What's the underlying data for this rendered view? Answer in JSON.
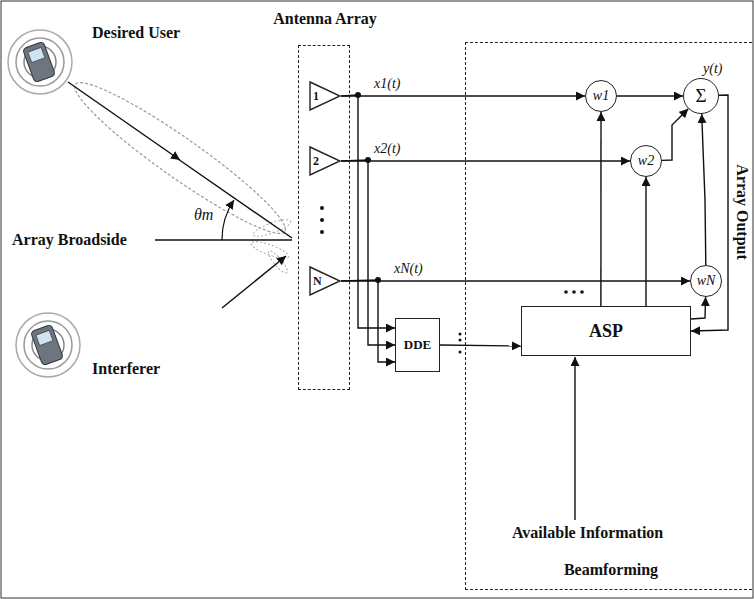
{
  "diagram": {
    "nodes": [
      {
        "text": [
          "Antenna Array"
        ]
      },
      {
        "text": [
          "1"
        ],
        "in": 0
      },
      {
        "text": [
          "2"
        ],
        "in": 0
      },
      {
        "text": [
          "N"
        ],
        "in": 0
      },
      {
        "text": [
          "Beamforming"
        ]
      },
      {
        "text": [
          "w1"
        ],
        "in": 4
      },
      {
        "text": [
          "w2"
        ],
        "in": 4
      },
      {
        "text": [
          "wN"
        ],
        "in": 4
      },
      {
        "text": [
          "Σ"
        ],
        "in": 4
      },
      {
        "text": [
          "ASP"
        ],
        "in": 4
      },
      {
        "text": [
          "DDE"
        ]
      }
    ],
    "edges": [
      {
        "from": 1,
        "to": 5,
        "arrow": "to",
        "label": "x1(t)"
      },
      {
        "from": 2,
        "to": 6,
        "arrow": "to",
        "label": "x2(t)"
      },
      {
        "from": 3,
        "to": 7,
        "arrow": "to",
        "label": "xN(t)"
      },
      {
        "from": 5,
        "to": 8,
        "arrow": "to"
      },
      {
        "from": 6,
        "to": 8,
        "arrow": "to"
      },
      {
        "from": 7,
        "to": 8,
        "arrow": "to"
      },
      {
        "from": 8,
        "to": 9,
        "arrow": "to"
      },
      {
        "from": 9,
        "to": 5,
        "arrow": "to"
      },
      {
        "from": 9,
        "to": 6,
        "arrow": "to"
      },
      {
        "from": 9,
        "to": 7,
        "arrow": "to"
      },
      {
        "from": 1,
        "to": 10,
        "arrow": "to"
      },
      {
        "from": 2,
        "to": 10,
        "arrow": "to"
      },
      {
        "from": 3,
        "to": 10,
        "arrow": "to"
      },
      {
        "from": 10,
        "to": 9,
        "arrow": "to"
      }
    ],
    "labels": [
      "Desired User",
      "θm",
      "Array Broadside",
      "Interferer",
      "y(t)",
      "Array Output",
      "Available Information"
    ]
  }
}
